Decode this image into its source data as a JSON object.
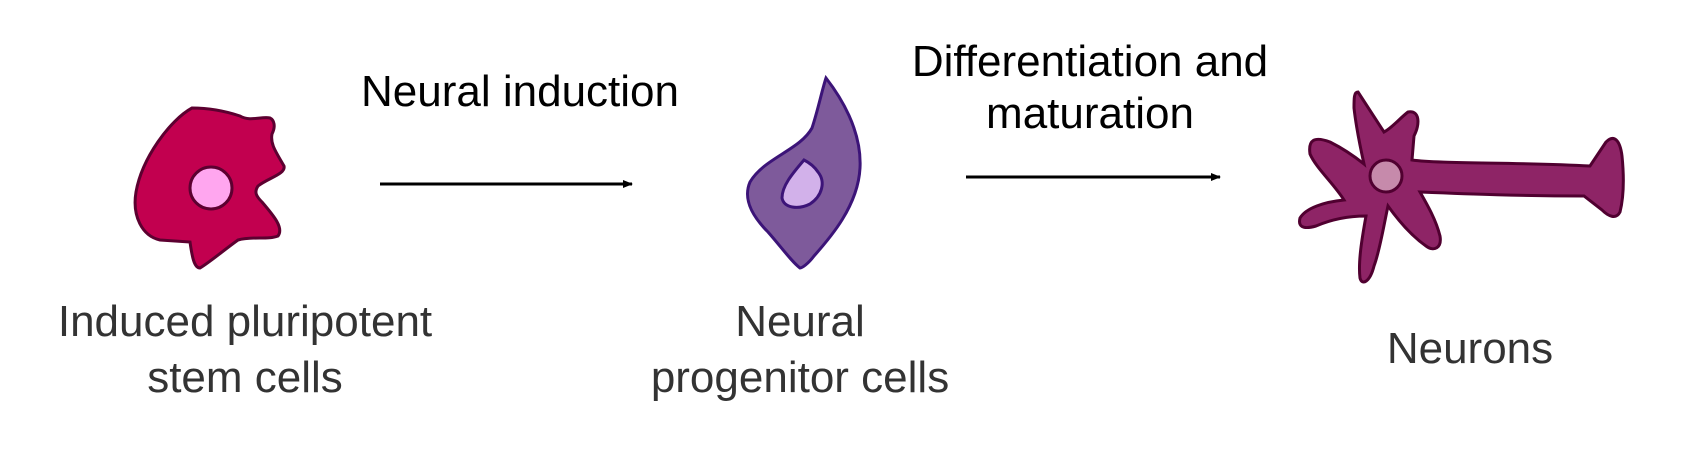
{
  "stages": [
    {
      "id": "ipsc",
      "label_lines": [
        "Induced pluripotent",
        "stem cells"
      ],
      "body_color": "#c2004f",
      "nucleus_color": "#ffa6ef",
      "outline_color": "#5c0030"
    },
    {
      "id": "npc",
      "label_lines": [
        "Neural",
        "progenitor cells"
      ],
      "body_color": "#7e5a9b",
      "nucleus_color": "#d2b1ea",
      "outline_color": "#3c1478"
    },
    {
      "id": "neuron",
      "label_lines": [
        "Neurons"
      ],
      "body_color": "#8e2466",
      "nucleus_color": "#c68aab",
      "outline_color": "#500030"
    }
  ],
  "transitions": [
    {
      "id": "neural-induction",
      "label_lines": [
        "Neural induction"
      ]
    },
    {
      "id": "differentiation",
      "label_lines": [
        "Differentiation and",
        "maturation"
      ]
    }
  ],
  "arrow_color": "#000000"
}
